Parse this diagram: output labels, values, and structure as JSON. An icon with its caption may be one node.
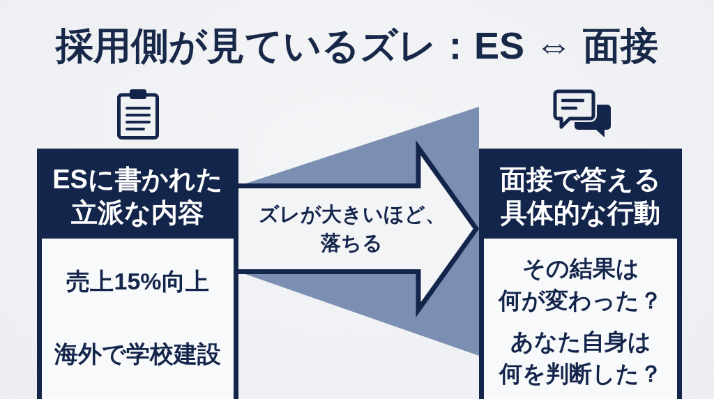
{
  "diagram": {
    "title": "採用側が見ているズレ：ES ⇔ 面接",
    "nodes": [
      {
        "text": [
          "ESに書かれた立派な内容",
          "売上15%向上",
          "海外で学校建設"
        ]
      },
      {
        "text": [
          "面接で答える具体的な行動",
          "その結果は何が変わった？",
          "あなた自身は何を判断した？"
        ]
      }
    ],
    "edges": [
      {
        "from": 0,
        "to": 1,
        "arrow": "to",
        "label": "ズレが大きいほど、落ちる",
        "style": "thick"
      }
    ]
  }
}
